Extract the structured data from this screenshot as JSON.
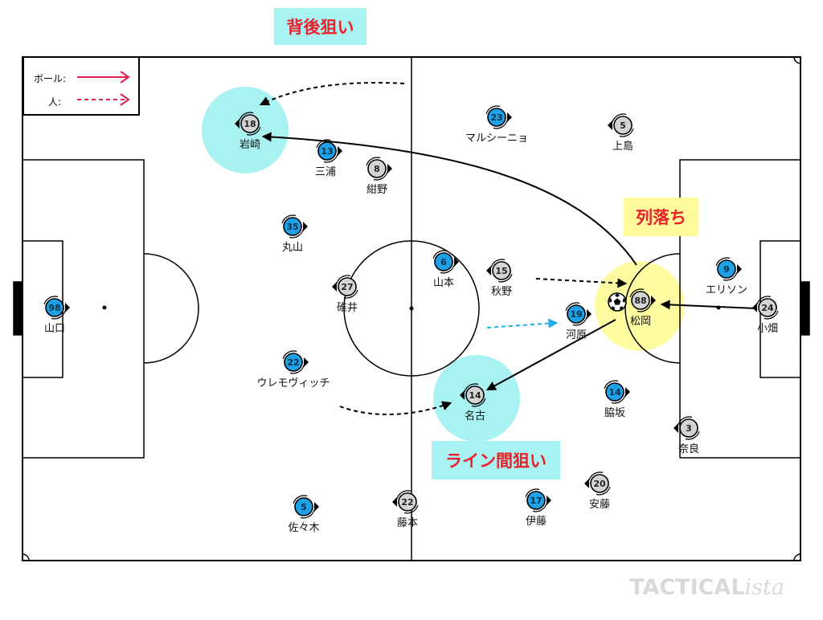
{
  "legend": {
    "ball_label": "ボール:",
    "person_label": "人:"
  },
  "callouts": [
    {
      "key": "back",
      "text": "背後狙い"
    },
    {
      "key": "drop",
      "text": "列落ち"
    },
    {
      "key": "line",
      "text": "ライン間狙い"
    }
  ],
  "watermark": {
    "main": "TACTICAL",
    "ista": "ista"
  },
  "colors": {
    "blue_team": "#1ea1e6",
    "grey_team": "#d4d4d4",
    "highlight_cyan": "#a8f2f2",
    "highlight_yellow": "#fffb9c",
    "ball_arrow": "#e0204f",
    "run_arrow_blue": "#1eaee8",
    "callout_text": "#e8212a"
  },
  "players": [
    {
      "id": "p98",
      "team": "blue",
      "number": "98",
      "name": "山口"
    },
    {
      "id": "p18",
      "team": "grey",
      "number": "18",
      "name": "岩崎"
    },
    {
      "id": "p13",
      "team": "blue",
      "number": "13",
      "name": "三浦"
    },
    {
      "id": "p8",
      "team": "grey",
      "number": "8",
      "name": "紺野"
    },
    {
      "id": "p35",
      "team": "blue",
      "number": "35",
      "name": "丸山"
    },
    {
      "id": "p27",
      "team": "grey",
      "number": "27",
      "name": "碓井"
    },
    {
      "id": "p22b",
      "team": "blue",
      "number": "22",
      "name": "ウレモヴィッチ"
    },
    {
      "id": "p5b",
      "team": "blue",
      "number": "5",
      "name": "佐々木"
    },
    {
      "id": "p22g",
      "team": "grey",
      "number": "22",
      "name": "藤本"
    },
    {
      "id": "p23",
      "team": "blue",
      "number": "23",
      "name": "マルシーニョ"
    },
    {
      "id": "p5g",
      "team": "grey",
      "number": "5",
      "name": "上島"
    },
    {
      "id": "p6",
      "team": "blue",
      "number": "6",
      "name": "山本"
    },
    {
      "id": "p15",
      "team": "grey",
      "number": "15",
      "name": "秋野"
    },
    {
      "id": "p88",
      "team": "grey",
      "number": "88",
      "name": "松岡"
    },
    {
      "id": "p19",
      "team": "blue",
      "number": "19",
      "name": "河原"
    },
    {
      "id": "p14g",
      "team": "grey",
      "number": "14",
      "name": "名古"
    },
    {
      "id": "p14b",
      "team": "blue",
      "number": "14",
      "name": "脇坂"
    },
    {
      "id": "p9",
      "team": "blue",
      "number": "9",
      "name": "エリソン"
    },
    {
      "id": "p24",
      "team": "grey",
      "number": "24",
      "name": "小畑"
    },
    {
      "id": "p3",
      "team": "grey",
      "number": "3",
      "name": "奈良"
    },
    {
      "id": "p20",
      "team": "grey",
      "number": "20",
      "name": "安藤"
    },
    {
      "id": "p17",
      "team": "blue",
      "number": "17",
      "name": "伊藤"
    }
  ]
}
